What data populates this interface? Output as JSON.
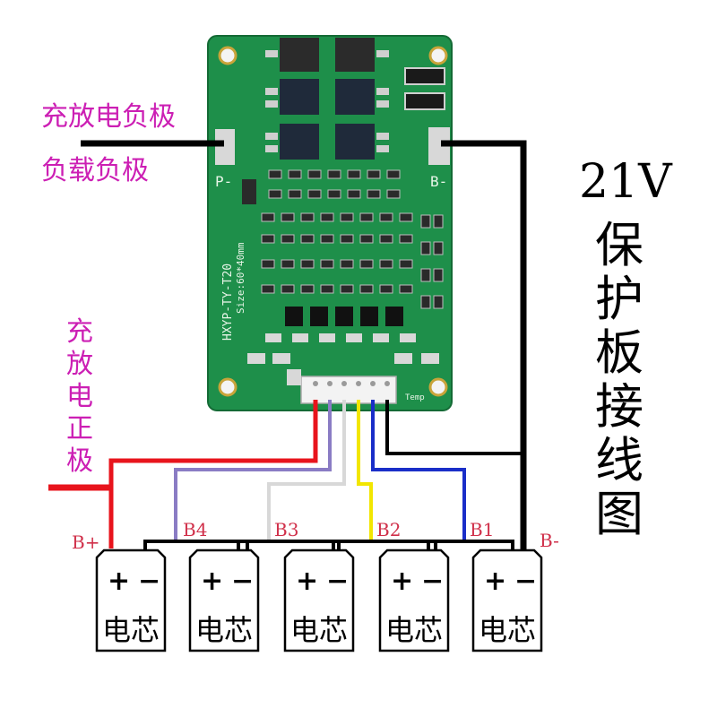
{
  "board": {
    "model_text": "HXYP-TY-T20",
    "size_text": "Size:60*40mm",
    "p_minus": "P-",
    "b_minus": "B-",
    "temp": "Temp"
  },
  "labels": {
    "charge_discharge_negative": "充放电负极",
    "load_negative": "负载负极",
    "charge_discharge_positive": [
      "充",
      "放",
      "电",
      "正",
      "极"
    ]
  },
  "title": {
    "voltage": "21V",
    "chars": [
      "保",
      "护",
      "板",
      "接",
      "线",
      "图"
    ]
  },
  "taps": {
    "b_plus": "B+",
    "b4": "B4",
    "b3": "B3",
    "b2": "B2",
    "b1": "B1",
    "b_minus": "B-"
  },
  "cells": [
    {
      "plus": "+",
      "minus": "−",
      "label": "电芯"
    },
    {
      "plus": "+",
      "minus": "−",
      "label": "电芯"
    },
    {
      "plus": "+",
      "minus": "−",
      "label": "电芯"
    },
    {
      "plus": "+",
      "minus": "−",
      "label": "电芯"
    },
    {
      "plus": "+",
      "minus": "−",
      "label": "电芯"
    }
  ],
  "wire_colors": {
    "b_plus": "#e8141c",
    "b4": "#8a7cc4",
    "b3": "#d8d8d8",
    "b2": "#f2e600",
    "b1": "#1a2ec8",
    "b_minus": "#000000",
    "pcb": "#1a8a45"
  }
}
